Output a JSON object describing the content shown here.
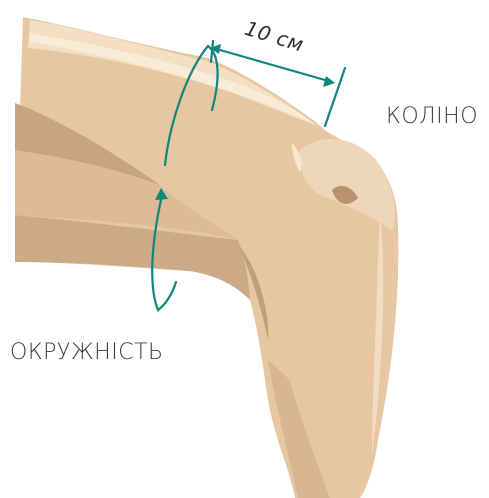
{
  "labels": {
    "distance": "10 см",
    "knee": "КОЛІНО",
    "circumference": "ОКРУЖНІСТЬ"
  },
  "colors": {
    "skin": "#E8C9A3",
    "skin_light": "#F4E1C8",
    "skin_shadow": "#C9A684",
    "skin_dark": "#B8956F",
    "accent": "#11857E"
  }
}
